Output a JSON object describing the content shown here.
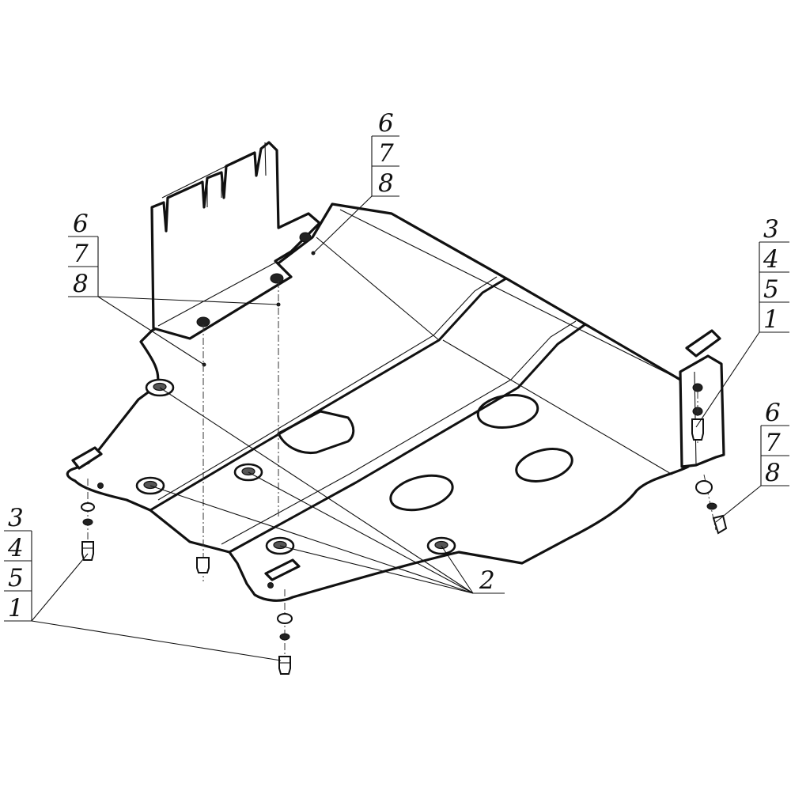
{
  "callouts": {
    "stack_top": [
      "6",
      "7",
      "8"
    ],
    "stack_left_mid": [
      "6",
      "7",
      "8"
    ],
    "stack_right_top": [
      "3",
      "4",
      "5",
      "1"
    ],
    "stack_right_bottom": [
      "6",
      "7",
      "8"
    ],
    "stack_left_bottom": [
      "3",
      "4",
      "5",
      "1"
    ],
    "single_bottom": "2"
  }
}
